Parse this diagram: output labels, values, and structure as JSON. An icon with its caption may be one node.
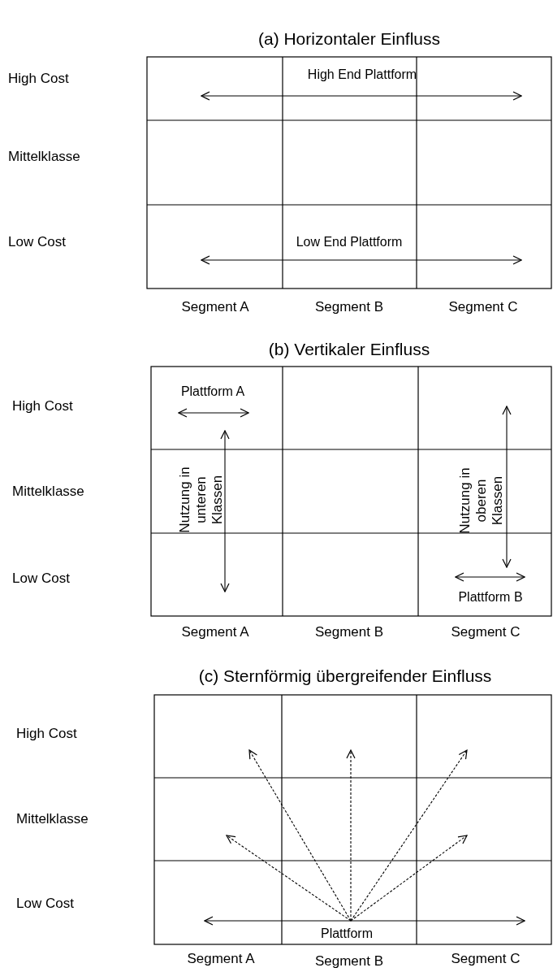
{
  "diagram": {
    "labels": [
      "(a) Horizontaler Einfluss",
      "High Cost",
      "High End Plattform",
      "Mittelklasse",
      "Low Cost",
      "Low End Plattform",
      "Segment A",
      "Segment B",
      "Segment C",
      "(b) Vertikaler Einfluss",
      "Plattform A",
      "High Cost",
      "Mittelklasse",
      "Nutzung in unteren Klassen",
      "Nutzung in oberen Klassen",
      "Low Cost",
      "Plattform B",
      "Segment A",
      "Segment B",
      "Segment C",
      "(c) Sternförmig übergreifender Einfluss",
      "High Cost",
      "Mittelklasse",
      "Low Cost",
      "Plattform",
      "Segment A",
      "Segment B",
      "Segment C"
    ]
  }
}
